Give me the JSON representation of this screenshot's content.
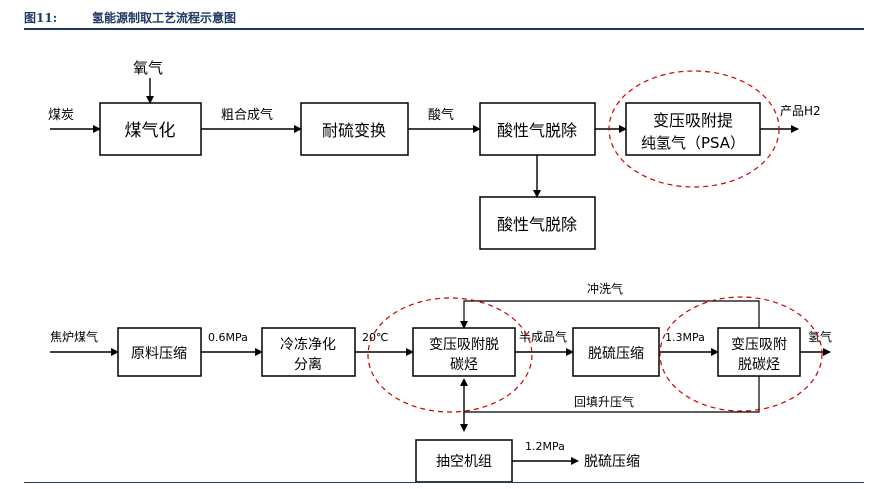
{
  "header": {
    "figure_number": "图11:",
    "title": "氢能源制取工艺流程示意图"
  },
  "diagram": {
    "top": {
      "nodes": {
        "gasify": "煤气化",
        "shift": "耐硫变换",
        "acid_removal": "酸性气脱除",
        "psa_line1": "变压吸附提",
        "psa_line2": "纯氢气（PSA）",
        "acid_removal_2": "酸性气脱除"
      },
      "labels": {
        "coal": "煤炭",
        "oxygen": "氧气",
        "syngas": "粗合成气",
        "sour_gas": "酸气",
        "product_h2": "产品H2"
      }
    },
    "bottom": {
      "nodes": {
        "compress_raw": "原料压缩",
        "cold_sep_line1": "冷冻净化",
        "cold_sep_line2": "分离",
        "psa_decarb_line1": "变压吸附脱",
        "psa_decarb_line2": "碳烃",
        "desulf_compress": "脱硫压缩",
        "psa_desulf_line1": "变压吸附",
        "psa_desulf_line2": "脱碳烃",
        "vacuum": "抽空机组"
      },
      "labels": {
        "coke_gas": "焦炉煤气",
        "p_06": "0.6MPa",
        "temp_20": "20℃",
        "semi_product": "半成品气",
        "p_13": "1.3MPa",
        "hydrogen": "氢气",
        "purge_gas": "冲洗气",
        "backfill_gas": "回填升压气",
        "p_12": "1.2MPa",
        "desulf_out": "脱硫压缩"
      }
    },
    "colors": {
      "stroke": "#000000",
      "highlight": "#cc0000",
      "header": "#1f3864"
    }
  }
}
